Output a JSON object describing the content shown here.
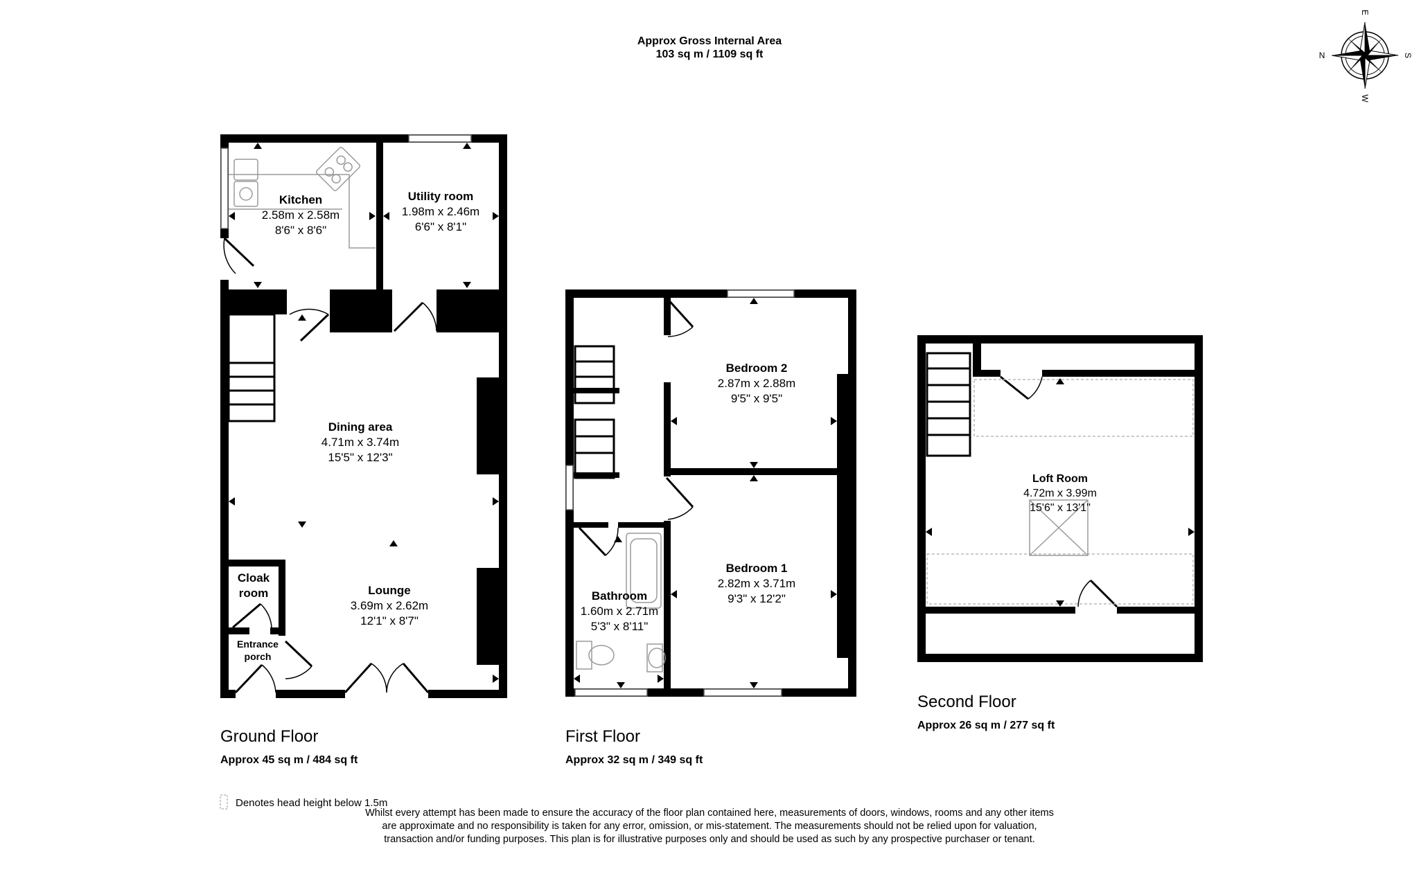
{
  "header": {
    "title": "Approx Gross Internal Area",
    "area": "103 sq m / 1109 sq ft"
  },
  "compass": {
    "n": "N",
    "e": "E",
    "s": "S",
    "w": "W"
  },
  "floors": {
    "ground": {
      "title": "Ground Floor",
      "area": "Approx 45 sq m / 484 sq ft"
    },
    "first": {
      "title": "First Floor",
      "area": "Approx 32 sq m / 349 sq ft"
    },
    "second": {
      "title": "Second Floor",
      "area": "Approx 26 sq m / 277 sq ft"
    }
  },
  "rooms": {
    "kitchen": {
      "name": "Kitchen",
      "metric": "2.58m x 2.58m",
      "imperial": "8'6\" x 8'6\""
    },
    "utility": {
      "name": "Utility room",
      "metric": "1.98m x 2.46m",
      "imperial": "6'6\" x 8'1\""
    },
    "dining": {
      "name": "Dining area",
      "metric": "4.71m x 3.74m",
      "imperial": "15'5\" x 12'3\""
    },
    "lounge": {
      "name": "Lounge",
      "metric": "3.69m x 2.62m",
      "imperial": "12'1\" x 8'7\""
    },
    "cloak1": "Cloak",
    "cloak2": "room",
    "porch1": "Entrance",
    "porch2": "porch",
    "bedroom2": {
      "name": "Bedroom 2",
      "metric": "2.87m x 2.88m",
      "imperial": "9'5\" x 9'5\""
    },
    "bedroom1": {
      "name": "Bedroom 1",
      "metric": "2.82m x 3.71m",
      "imperial": "9'3\" x 12'2\""
    },
    "bathroom": {
      "name": "Bathroom",
      "metric": "1.60m x 2.71m",
      "imperial": "5'3\" x 8'11\""
    },
    "loft": {
      "name": "Loft Room",
      "metric": "4.72m x 3.99m",
      "imperial": "15'6\" x 13'1\""
    }
  },
  "legend": "Denotes head height below 1.5m",
  "disclaimer": "Whilst every attempt has been made to ensure the accuracy of the floor plan contained here, measurements of doors, windows, rooms and any other items are approximate and no responsibility is taken for any error, omission, or mis-statement. The measurements should not be relied upon for valuation, transaction and/or funding purposes. This plan is for illustrative purposes only and should be used as such by any prospective purchaser or tenant.",
  "colors": {
    "wall": "#000000",
    "fixture": "#9a9a9a",
    "dashed": "#b8b8b8"
  }
}
